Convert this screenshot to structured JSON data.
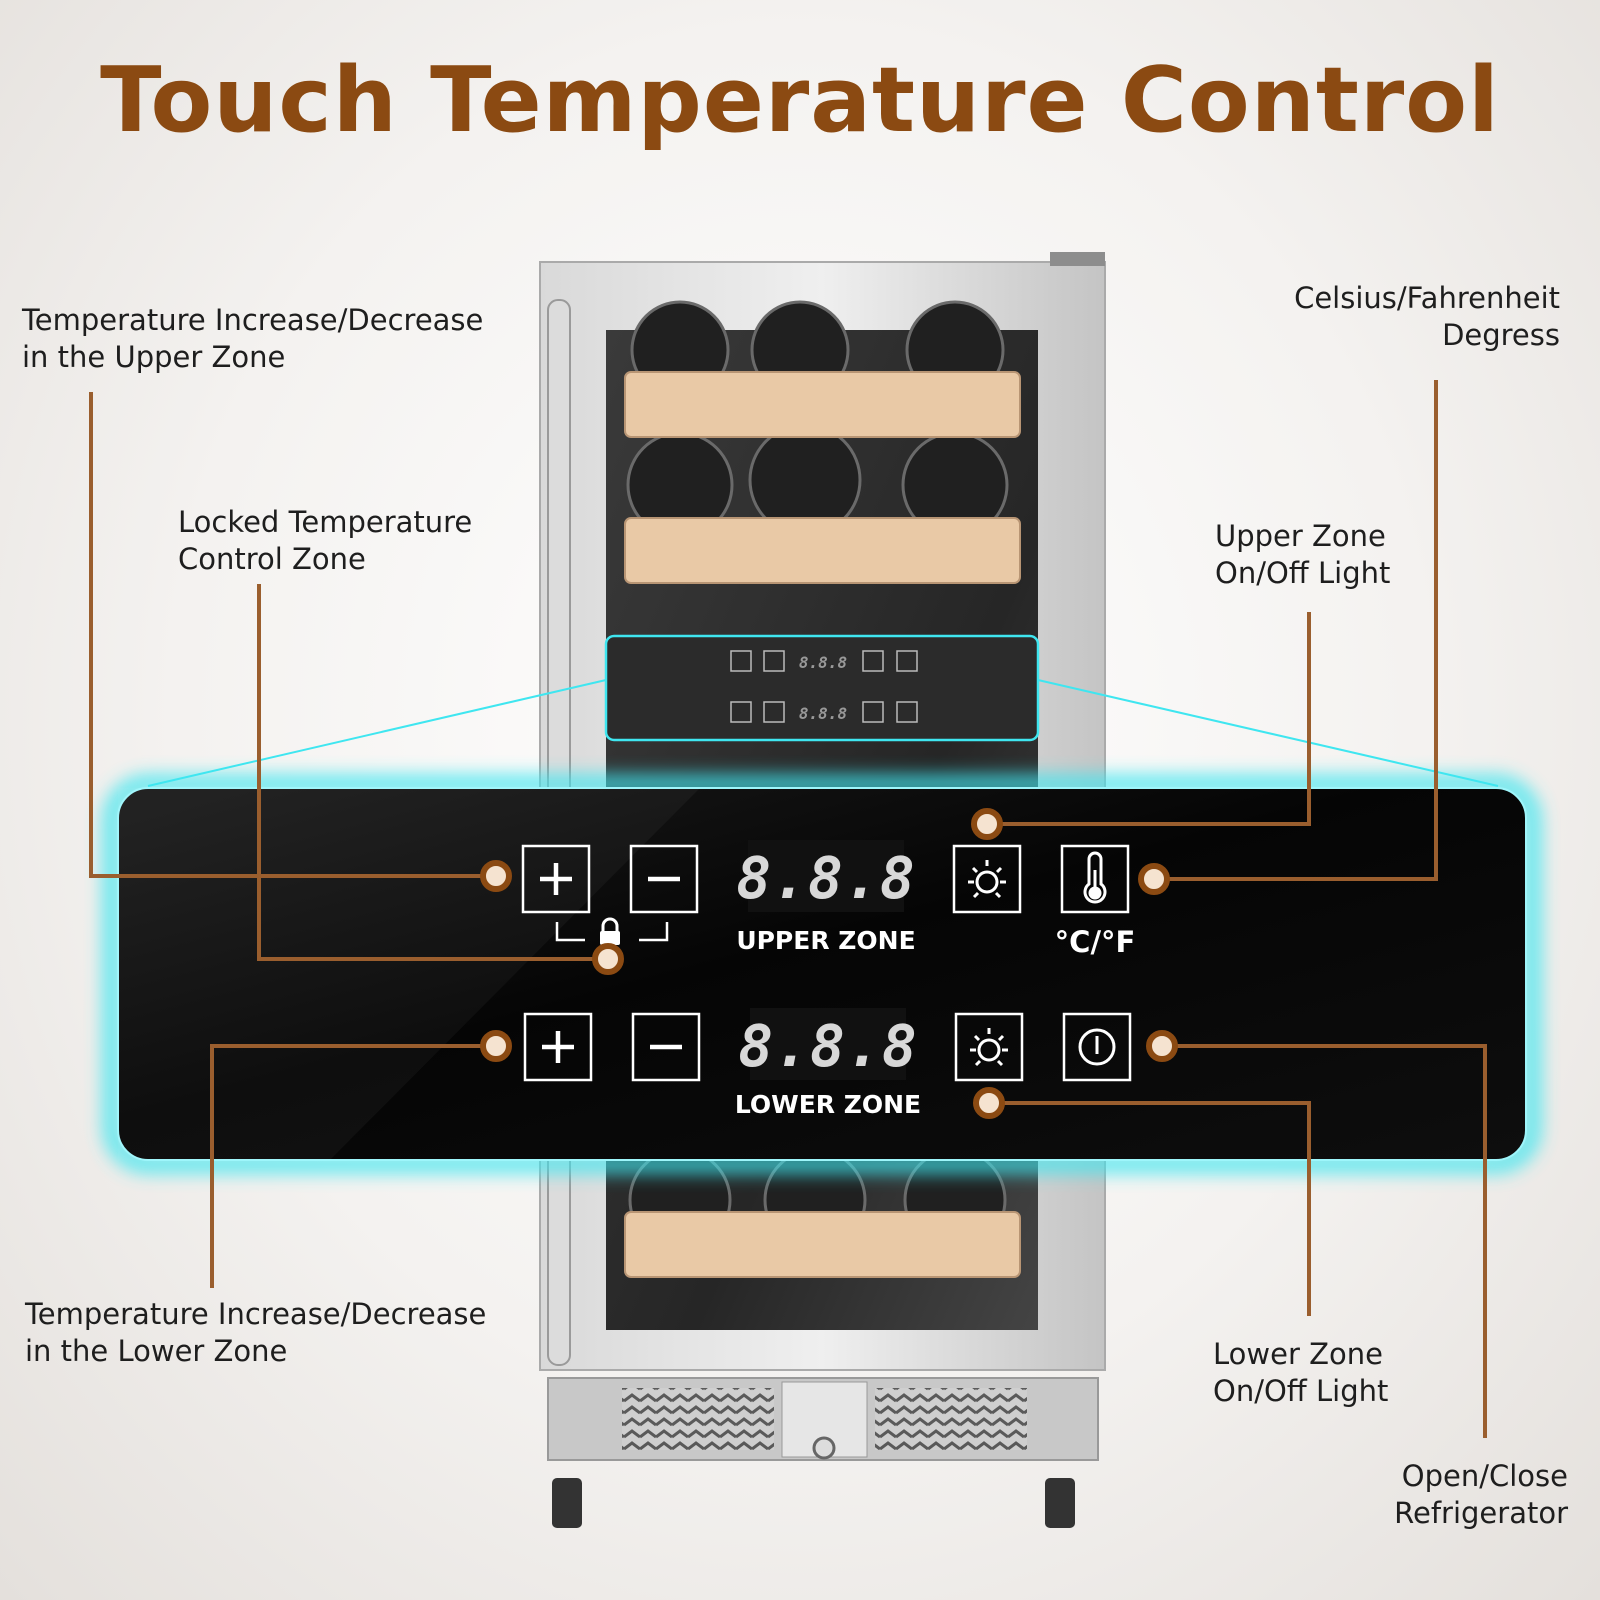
{
  "title": "Touch Temperature Control",
  "colors": {
    "title": "#8b4a12",
    "leader": "#9a5e2e",
    "marker_ring": "#8b4a12",
    "marker_fill": "#f5e3d0",
    "glow": "#3fe6f0",
    "panel": "#0c0c0c",
    "stainless": "#c9c9c9",
    "shelf_wood": "#e9c9a6"
  },
  "callouts": {
    "upper_inc_dec": "Temperature Increase/Decrease\nin the Upper Zone",
    "locked": "Locked Temperature\nControl Zone",
    "celsius_fahrenheit": "Celsius/Fahrenheit\nDegress",
    "upper_light": "Upper Zone\nOn/Off Light",
    "lower_inc_dec": "Temperature Increase/Decrease\nin the Lower Zone",
    "lower_light": "Lower Zone\nOn/Off Light",
    "power": "Open/Close\nRefrigerator"
  },
  "panel": {
    "display_digits": "8.8.8",
    "upper_zone_label": "UPPER ZONE",
    "lower_zone_label": "LOWER ZONE",
    "unit_label": "°C/°F"
  },
  "icons": {
    "plus": "plus-icon",
    "minus": "minus-icon",
    "lock": "lock-icon",
    "light": "light-icon",
    "thermometer": "thermometer-icon",
    "power": "power-icon"
  }
}
